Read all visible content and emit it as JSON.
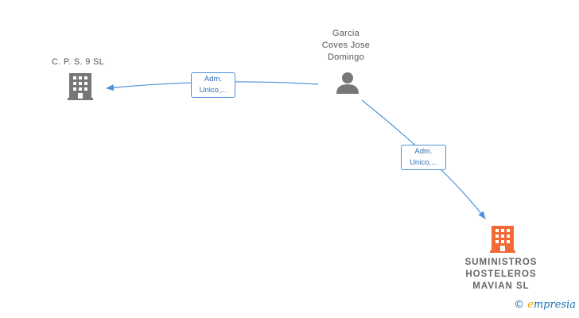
{
  "nodes": {
    "cps": {
      "label": "C.  P. S. 9 SL",
      "type": "company",
      "color": "#777777"
    },
    "garcia": {
      "label": "Garcia\nCoves Jose\nDomingo",
      "type": "person",
      "color": "#777777"
    },
    "suministros": {
      "label": "SUMINISTROS\nHOSTELEROS\nMAVIAN  SL",
      "type": "company",
      "color": "#f26b35"
    }
  },
  "edges": [
    {
      "from": "garcia",
      "to": "cps",
      "label": "Adm.\nUnico,..."
    },
    {
      "from": "garcia",
      "to": "suministros",
      "label": "Adm.\nUnico,..."
    }
  ],
  "colors": {
    "edge": "#4a90d9"
  },
  "brand": {
    "copyright": "©",
    "e_letter": "e",
    "name": "mpresia"
  }
}
